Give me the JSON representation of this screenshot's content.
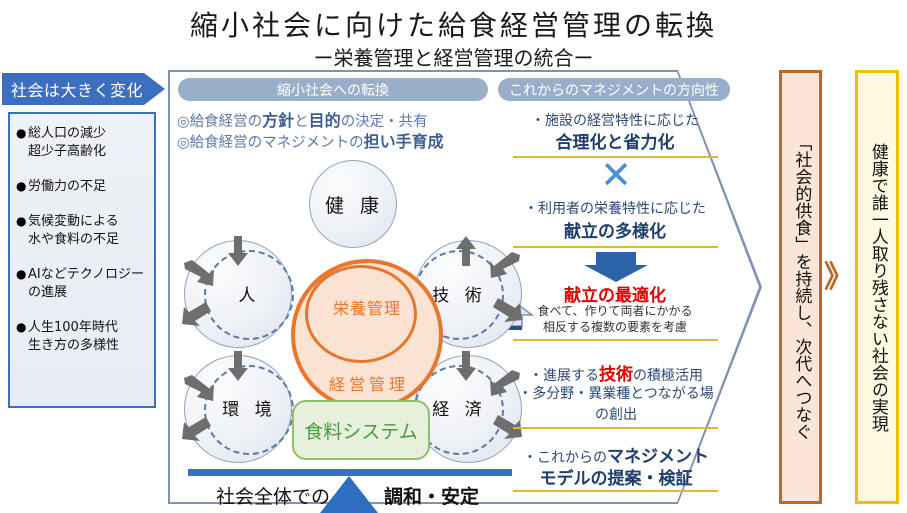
{
  "title": {
    "main": "縮小社会に向けた給食経営管理の転換",
    "sub": "ー栄養管理と経営管理の統合ー"
  },
  "left": {
    "banner": "社会は大きく変化",
    "bullets": [
      "総人口の減少\n超少子高齢化",
      "労働力の不足",
      "気候変動による\n 水や食料の不足",
      "AIなどテクノロジー\nの進展",
      "人生100年時代\n生き方の多様性"
    ]
  },
  "main": {
    "pill_left": "縮小社会への転換",
    "pill_right": "これからのマネジメントの方向性",
    "lead": {
      "line1_a": "◎給食経営の",
      "line1_b": "方針",
      "line1_c": "と",
      "line1_d": "目的",
      "line1_e": "の決定・共有",
      "line2_a": "◎給食経営のマネジメントの",
      "line2_b": "担い手育成"
    },
    "circles": {
      "health": "健 康",
      "person": "人",
      "environment": "環 境",
      "technology": "技 術",
      "economy": "経 済",
      "nutrition_mgmt": "栄養管理",
      "business_mgmt": "経営管理",
      "food_system": "食料システム"
    },
    "bottom": {
      "left_text": "社会全体での",
      "right_text": "調和・安定"
    }
  },
  "right_content": {
    "block1_line1": "・施設の経営特性に応じた",
    "block1_line2": "合理化と省力化",
    "cross": "✕",
    "block2_line1": "・利用者の栄養特性に応じた",
    "block2_line2": "献立の多様化",
    "block3_title": "献立の最適化",
    "block3_line1": "食べて、作りて両者にかかる",
    "block3_line2": "相反する複数の要素を考慮",
    "block4_line1_a": "・進展する",
    "block4_line1_b": "技術",
    "block4_line1_c": "の積極活用",
    "block4_line2": "・多分野・異業種とつながる場",
    "block4_line3": "の創出",
    "block5_line1_a": "・これからの",
    "block5_line1_b": "マネジメント",
    "block5_line2": "モデルの提案・検証"
  },
  "vertical": {
    "panel_a": "「社会的供食」を持続し、次代へつなぐ",
    "panel_b": "健康で誰一人取り残さない社会の実現",
    "chevron": "》"
  },
  "colors": {
    "accent_blue": "#3d6fc0",
    "pill_blue": "#9aadc9",
    "orange": "#e8762c",
    "green": "#4a9b3f",
    "red": "#e00000",
    "gold": "#e2b53a",
    "panel_a_border": "#c1651f",
    "panel_b_border": "#f0c000"
  }
}
